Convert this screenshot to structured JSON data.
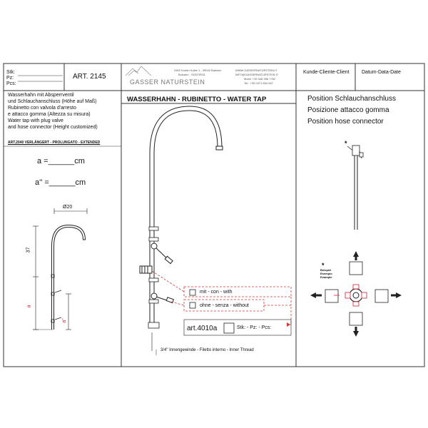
{
  "header": {
    "stk_label": "Stk:",
    "pz_label": "Pz:",
    "pcs_label": "Pcs:",
    "article": "ART. 2145",
    "logo_text": "GASSER NATURSTEIN",
    "address_lines": [
      "GMZ Kurlan Kolbe 1 - 39040 Barbian",
      "Bolzano - SÜDTIROL"
    ],
    "contact_lines": [
      "WWW.GASSERNATURSTEIN.IT",
      "INFO@GASSERNATURSTEIN.IT",
      "Mobil: +39 348 396 7762",
      "Tel.: +39 0471 654 087"
    ],
    "customer_label": "Kunde-Cliente-Client",
    "date_label": "Datum-Data-Date"
  },
  "description": {
    "lines": [
      "Wasserhahn mit Absperrventil",
      "und Schlauchanschluss (Höhe auf Maß)",
      "Rubinetto con valvola d'arresto",
      "e attacco gomma (Altezza su misura)",
      "Water tap with plug valve",
      "and hose connector (Height customized)"
    ],
    "extended_label": "ART.2040  VERLÄNGERT - PROLUNGATO - EXTENDED"
  },
  "measurements": {
    "a_label": "a =______cm",
    "a2_label": "a'' =______cm",
    "diameter_label": "Ø20",
    "dim_37": "37",
    "dim_a": "a",
    "dim_a2": "a''"
  },
  "main": {
    "title": "WASSERHAHN - RUBINETTO - WATER TAP",
    "option_with": "mit - con - with",
    "option_without": "ohne - senza - without",
    "art_code": "art.4010a",
    "stk_pcs": "Stk: - Pz: - Pcs:",
    "thread_label": "3/4\" Innengewinde - Filetto interno - Inner Thread"
  },
  "position": {
    "lines": [
      "Position Schlauchanschluss",
      "Posizione attacco gomma",
      "Position hose connector"
    ],
    "asterisk": "*",
    "example_lines": [
      "Beispiel",
      "Esempio",
      "Example"
    ]
  },
  "colors": {
    "line": "#222222",
    "red_dash": "#d23a3a",
    "frame": "#333333"
  }
}
